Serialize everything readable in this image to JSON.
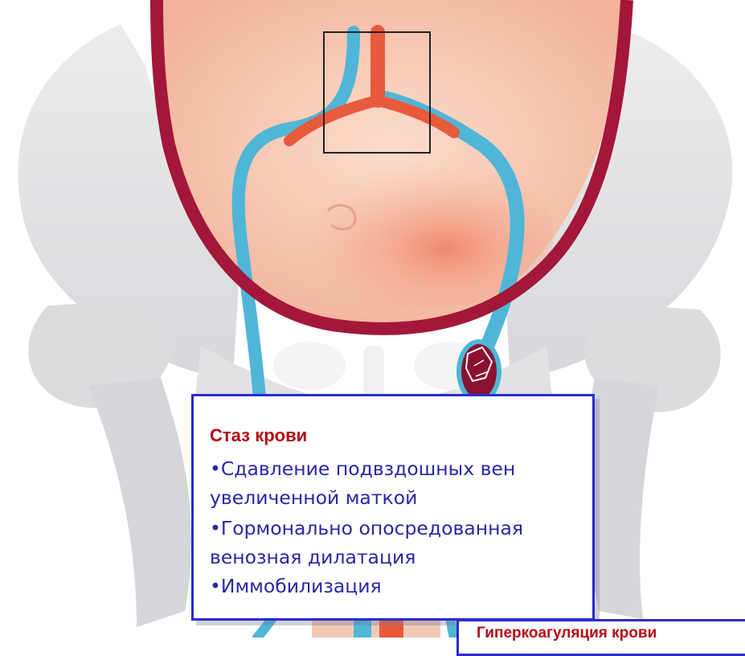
{
  "stasis_box": {
    "title": "Стаз крови",
    "bullet_glyph": "•",
    "lines": [
      "Сдавление подвздошных вен",
      "увеличенной маткой",
      "Гормонально опосредованная",
      "венозная дилатация",
      "Иммобилизация"
    ]
  },
  "hypercoag_box": {
    "title": "Гиперкоагуляция крови"
  },
  "colors": {
    "bone": "#e6e6e8",
    "bone_shadow": "#cfcfd4",
    "uterus_wall": "#a3173a",
    "uterus_fill": "#f7cbb8",
    "vein": "#4fb6d8",
    "artery": "#e85a3c",
    "thrombus": "#8a1230",
    "box_border": "#2a2ad0",
    "title_red": "#b40a14",
    "text_blue": "#2727a8"
  }
}
